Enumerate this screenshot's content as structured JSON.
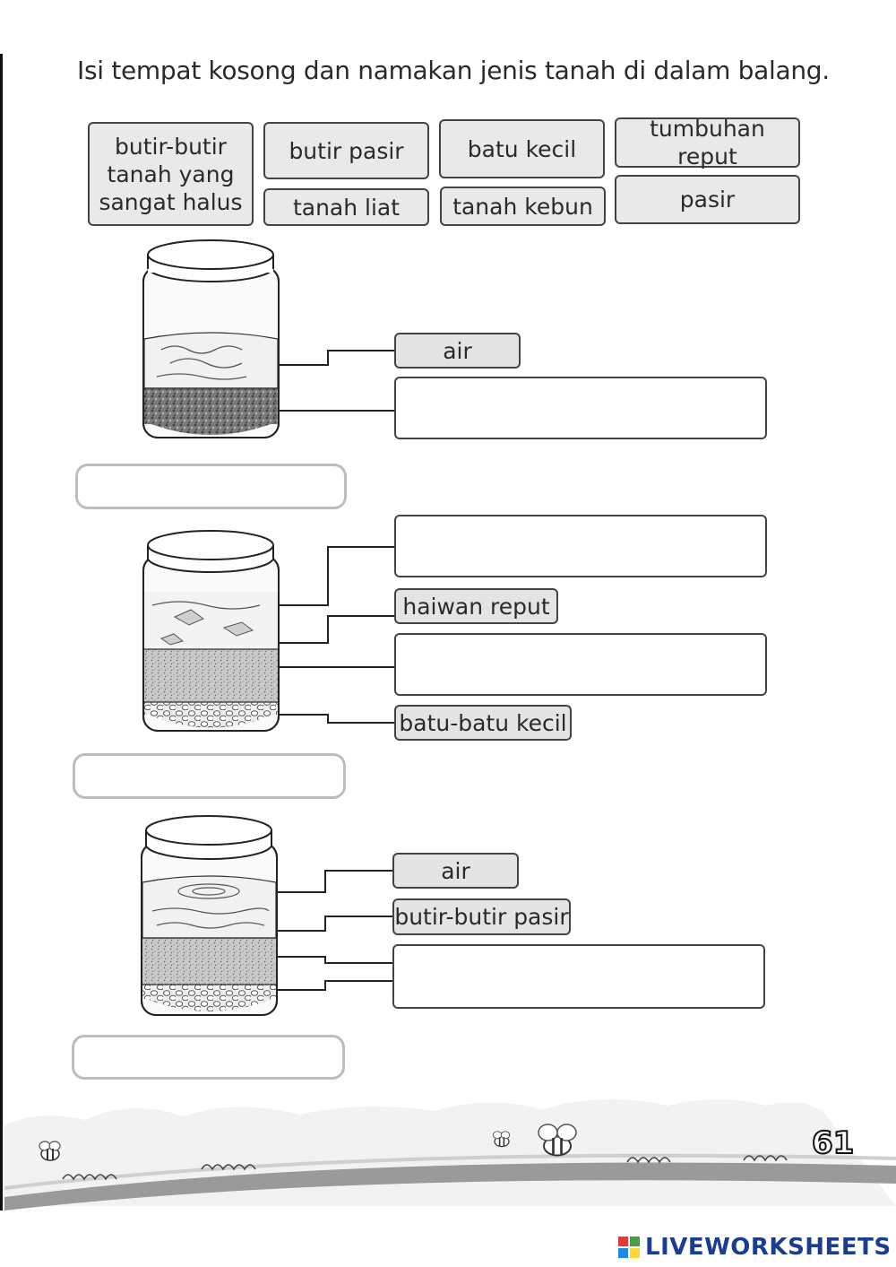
{
  "instruction": "Isi tempat kosong dan namakan jenis tanah di dalam balang.",
  "word_bank": {
    "box1": [
      "butir-butir",
      "tanah yang",
      "sangat halus"
    ],
    "butir_pasir": "butir pasir",
    "tanah_liat": "tanah liat",
    "batu_kecil": "batu kecil",
    "tanah_kebun": "tanah kebun",
    "tumbuhan_reput": "tumbuhan reput",
    "pasir": "pasir"
  },
  "jars": [
    {
      "labels": [
        "air"
      ]
    },
    {
      "labels": [
        "haiwan reput",
        "batu-batu kecil"
      ]
    },
    {
      "labels": [
        "air",
        "butir-butir pasir"
      ]
    }
  ],
  "page_number": "61",
  "brand": "LIVEWORKSHEETS",
  "colors": {
    "brand": "#1a3d8f",
    "label_fill": "#e4e4e4",
    "name_box_border": "#bdbdbd"
  }
}
